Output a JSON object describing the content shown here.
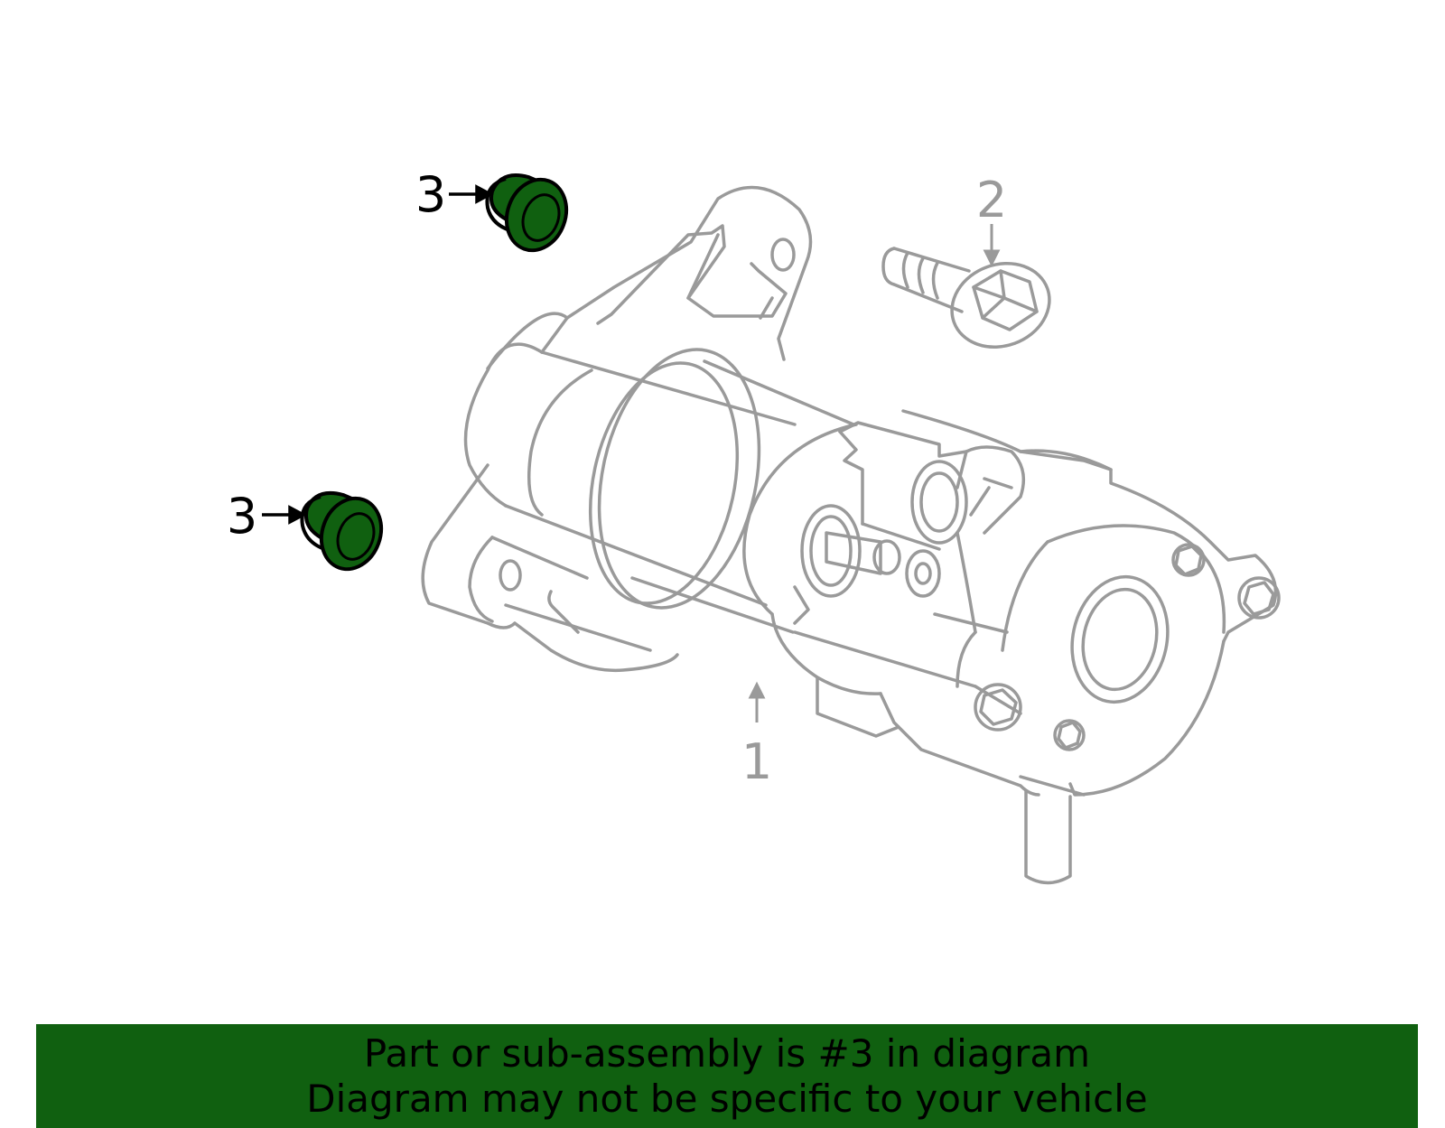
{
  "callouts": {
    "part1": "1",
    "part2": "2",
    "part3_upper": "3",
    "part3_lower": "3"
  },
  "banner": {
    "line1": "Part or sub-assembly is #3 in diagram",
    "line2": "Diagram may not be specific to your vehicle"
  },
  "colors": {
    "highlight_green": "#106010",
    "line_gray": "#9a9a9a",
    "callout_black": "#000000"
  },
  "icons": {
    "part1": "starter-motor-icon",
    "part2": "flange-bolt-icon",
    "part3": "bushing-icon"
  }
}
